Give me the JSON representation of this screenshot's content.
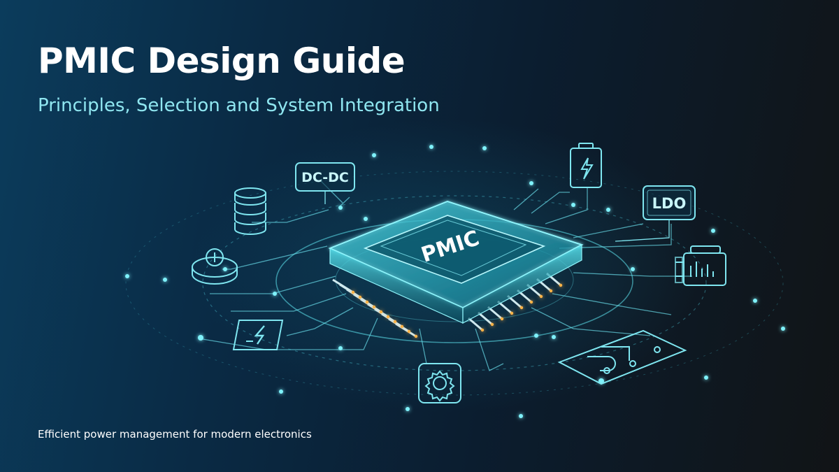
{
  "header": {
    "title": "PMIC Design Guide",
    "subtitle": "Principles, Selection and System Integration"
  },
  "footer": {
    "tagline": "Efficient power management for modern electronics"
  },
  "illustration": {
    "chip_label": "PMIC",
    "dcdc_label": "DC-DC",
    "ldo_label": "LDO",
    "icons": [
      "capacitor-stack-icon",
      "coin-cell-icon",
      "power-bolt-icon",
      "gear-icon",
      "battery-charging-icon",
      "ldo-regulator-icon",
      "oscilloscope-icon",
      "circuit-board-icon"
    ]
  },
  "colors": {
    "accent": "#5fe3ee",
    "title": "#ffffff",
    "subtitle": "#8fe6f0",
    "pin_glow": "#ffb347",
    "background_left": "#0b3c5c",
    "background_right": "#111416"
  }
}
